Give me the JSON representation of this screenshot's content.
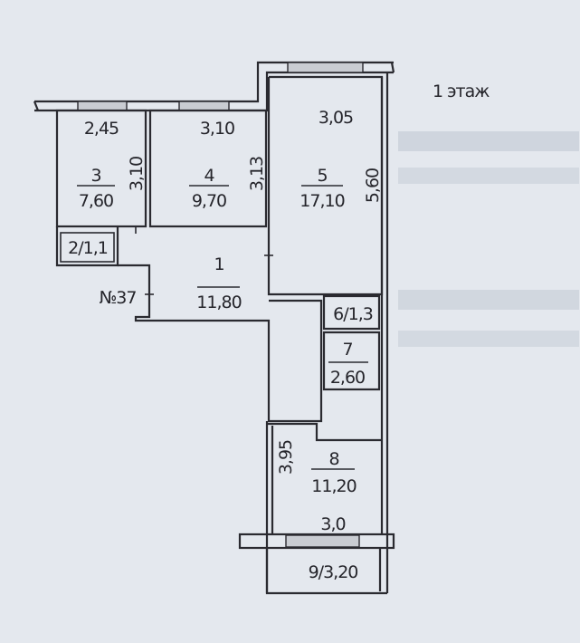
{
  "floor_label": "1 этаж",
  "apartment_number": "№37",
  "rooms": [
    {
      "id": "1",
      "area": "11,80"
    },
    {
      "label": "2/1,1"
    },
    {
      "id": "3",
      "area": "7,60",
      "width": "2,45",
      "height": "3,10"
    },
    {
      "id": "4",
      "area": "9,70",
      "width": "3,10",
      "height": "3,13"
    },
    {
      "id": "5",
      "area": "17,10",
      "width": "3,05",
      "height": "5,60"
    },
    {
      "label": "6/1,3"
    },
    {
      "id": "7",
      "area": "2,60"
    },
    {
      "id": "8",
      "area": "11,20",
      "width": "3,0",
      "height": "3,95"
    },
    {
      "label": "9/3,20"
    }
  ],
  "colors": {
    "paper": "#e4e8ee",
    "ink": "#2a2a30"
  }
}
